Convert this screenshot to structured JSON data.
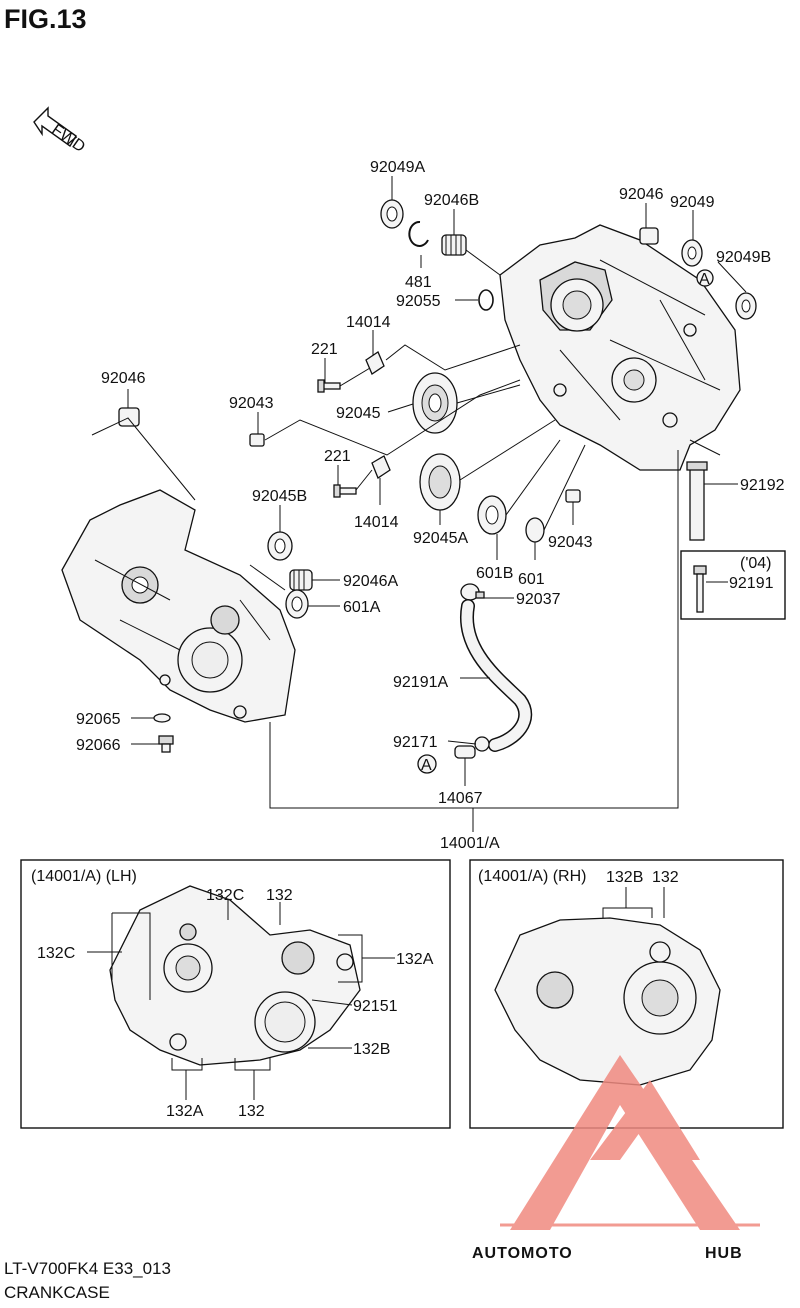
{
  "figure": {
    "title": "FIG.13",
    "model_code": "LT-V700FK4 E33_013",
    "section_name": "CRANKCASE",
    "direction_marker": "FWD"
  },
  "callouts": [
    {
      "id": "92049A",
      "label": "92049A"
    },
    {
      "id": "92046B",
      "label": "92046B"
    },
    {
      "id": "92046",
      "label": "92046"
    },
    {
      "id": "92049",
      "label": "92049"
    },
    {
      "id": "92049B",
      "label": "92049B"
    },
    {
      "id": "481",
      "label": "481"
    },
    {
      "id": "92055",
      "label": "92055"
    },
    {
      "id": "14014-top",
      "label": "14014"
    },
    {
      "id": "221-top",
      "label": "221"
    },
    {
      "id": "92046-left",
      "label": "92046"
    },
    {
      "id": "92043-left",
      "label": "92043"
    },
    {
      "id": "92045",
      "label": "92045"
    },
    {
      "id": "221-bottom",
      "label": "221"
    },
    {
      "id": "14014-bottom",
      "label": "14014"
    },
    {
      "id": "92045B",
      "label": "92045B"
    },
    {
      "id": "92045A",
      "label": "92045A"
    },
    {
      "id": "601B",
      "label": "601B"
    },
    {
      "id": "601",
      "label": "601"
    },
    {
      "id": "92043-right",
      "label": "92043"
    },
    {
      "id": "92192",
      "label": "92192"
    },
    {
      "id": "92046A",
      "label": "92046A"
    },
    {
      "id": "601A",
      "label": "601A"
    },
    {
      "id": "92037",
      "label": "92037"
    },
    {
      "id": "92191",
      "label": "92191"
    },
    {
      "id": "92191A",
      "label": "92191A"
    },
    {
      "id": "92065",
      "label": "92065"
    },
    {
      "id": "92066",
      "label": "92066"
    },
    {
      "id": "92171",
      "label": "92171"
    },
    {
      "id": "14067",
      "label": "14067"
    },
    {
      "id": "14001A",
      "label": "14001/A"
    }
  ],
  "ref_markers": {
    "a_symbol": "A"
  },
  "variant_box": {
    "label": "('04)",
    "part": "92191"
  },
  "inset_left": {
    "title": "(14001/A)  (LH)",
    "callouts": [
      "132C",
      "132",
      "132C",
      "132A",
      "92151",
      "132B",
      "132A",
      "132"
    ]
  },
  "inset_right": {
    "title": "(14001/A)  (RH)",
    "callouts": [
      "132B",
      "132"
    ]
  },
  "watermark": {
    "word_part1": "AUTOMOTO",
    "word_part2": "HUB",
    "color_primary": "#f08a80",
    "color_secondary": "#f6b27a",
    "color_dark": "#3a3a3a"
  }
}
